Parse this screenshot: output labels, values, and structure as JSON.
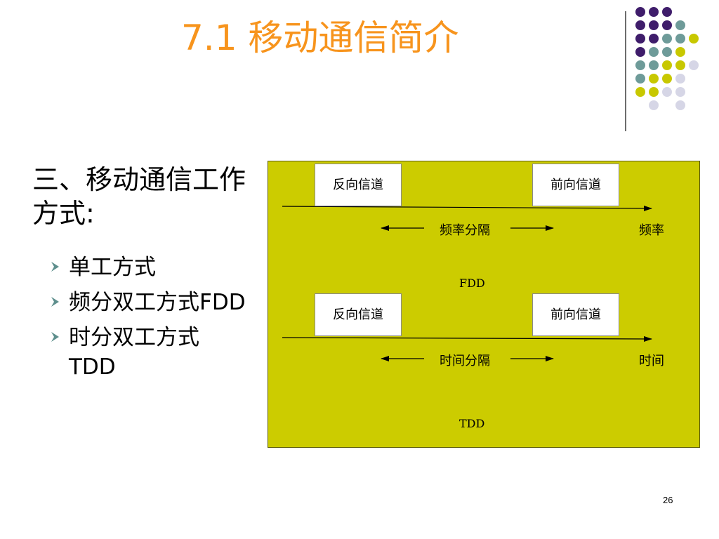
{
  "slide": {
    "title": "7.1 移动通信简介",
    "subheading": "三、移动通信工作方式:",
    "bullets": [
      {
        "text": "单工方式"
      },
      {
        "text": "频分双工方式FDD"
      },
      {
        "text": "时分双工方式TDD"
      }
    ],
    "page_number": "26"
  },
  "decor": {
    "dot_colors": [
      "#3f1d6b",
      "#6e9b99",
      "#c8c800",
      "#d6d6e6"
    ]
  },
  "diagram": {
    "background_color": "#cccc00",
    "fdd": {
      "reverse_channel": "反向信道",
      "forward_channel": "前向信道",
      "separation": "频率分隔",
      "axis_label": "频率",
      "caption": "FDD"
    },
    "tdd": {
      "reverse_channel": "反向信道",
      "forward_channel": "前向信道",
      "separation": "时间分隔",
      "axis_label": "时间",
      "caption": "TDD"
    }
  }
}
